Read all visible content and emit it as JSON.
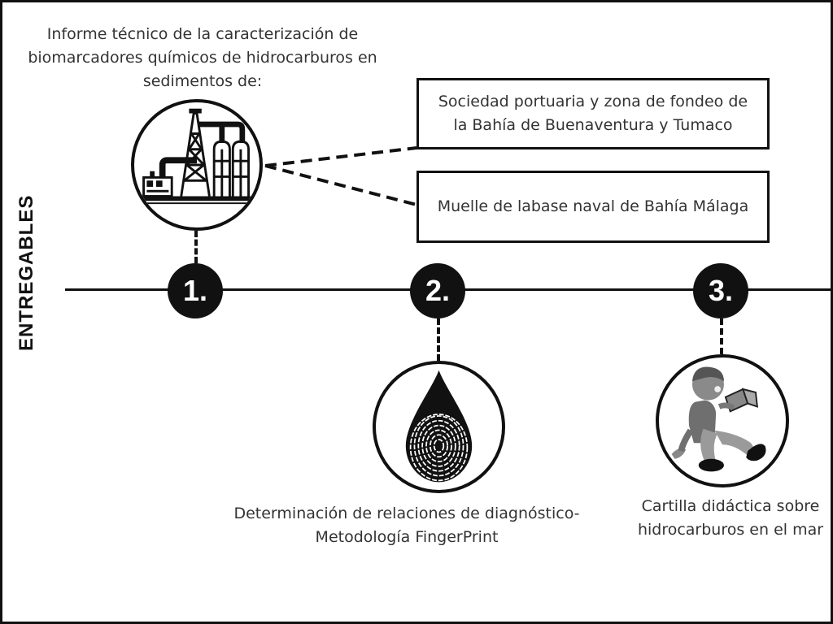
{
  "diagram": {
    "side_label": "ENTREGABLES",
    "nodes": [
      {
        "number": "1.",
        "icon": "oil-refinery-icon",
        "description": "Informe técnico de la caracterización de biomarcadores químicos de hidrocarburos en sedimentos de:"
      },
      {
        "number": "2.",
        "icon": "fingerprint-drop-icon",
        "description": "Determinación de relaciones de diagnóstico- Metodología FingerPrint"
      },
      {
        "number": "3.",
        "icon": "child-reading-book-icon",
        "description": "Cartilla didáctica sobre hidrocarburos en el mar"
      }
    ],
    "sites": [
      {
        "label": "Sociedad portuaria y zona de fondeo de la Bahía de Buenaventura y Tumaco"
      },
      {
        "label": "Muelle de labase naval de Bahía Málaga"
      }
    ]
  }
}
